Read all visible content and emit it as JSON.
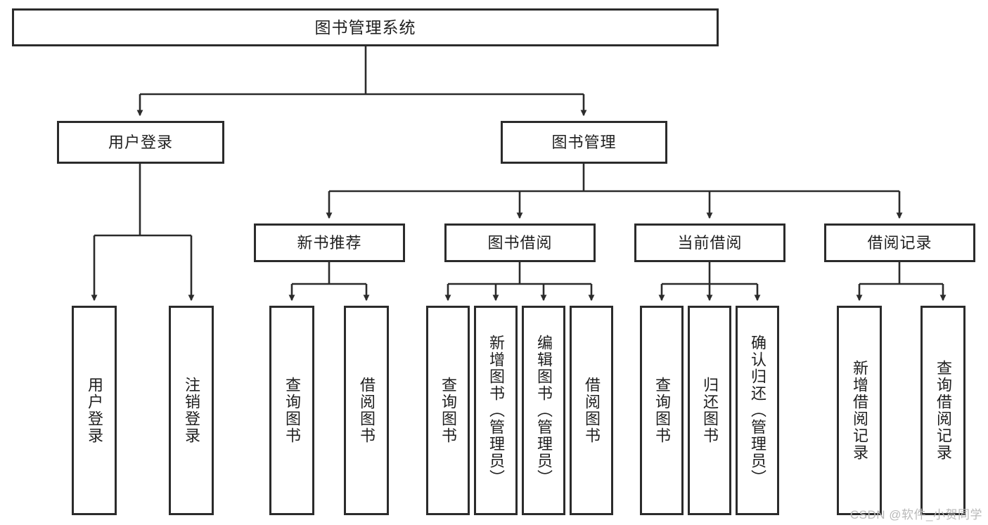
{
  "diagram": {
    "title": "图书管理系统",
    "watermark": "CSDN @软件_小贺同学",
    "colors": {
      "border": "#2b2b2b",
      "text": "#1f1f1f",
      "background": "#ffffff",
      "edge": "#2b2b2b",
      "watermark": "#b9b9b9"
    },
    "nodes": {
      "root": "图书管理系统",
      "user_login": "用户登录",
      "book_manage": "图书管理",
      "new_book_rec": "新书推荐",
      "book_borrow": "图书借阅",
      "current_borrow": "当前借阅",
      "borrow_record": "借阅记录",
      "login_do": "用户登录",
      "logout_do": "注销登录",
      "query_book_1": "查询图书",
      "borrow_book_1": "借阅图书",
      "query_book_2": "查询图书",
      "add_book_admin": "新增图书（管理员）",
      "edit_book_admin": "编辑图书（管理员）",
      "borrow_book_2": "借阅图书",
      "query_book_3": "查询图书",
      "return_book": "归还图书",
      "confirm_return_admin": "确认归还（管理员）",
      "add_record": "新增借阅记录",
      "query_record": "查询借阅记录"
    }
  }
}
